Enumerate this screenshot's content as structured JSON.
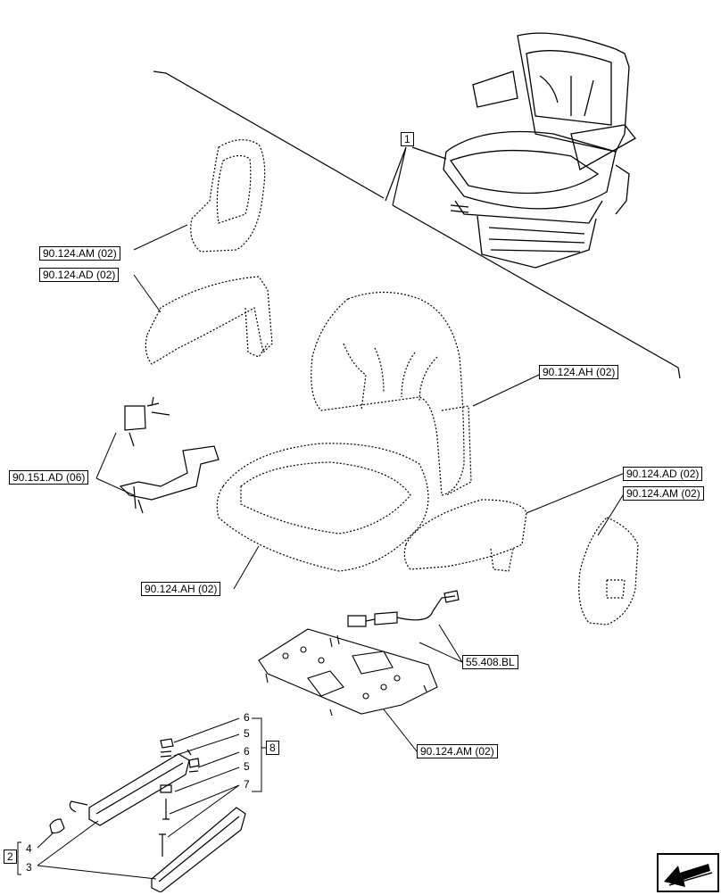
{
  "refs": {
    "armrest_cover_top": "90.124.AM (02)",
    "armrest_left": "90.124.AD (02)",
    "backrest": "90.124.AH (02)",
    "seatbelt": "90.151.AD (06)",
    "cushion": "90.124.AH (02)",
    "armrest_right": "90.124.AD (02)",
    "armrest_cover_right": "90.124.AM (02)",
    "harness": "55.408.BL",
    "base_plate": "90.124.AM (02)"
  },
  "callouts": {
    "assembly": "1",
    "item2": "2",
    "item3": "3",
    "item4": "4",
    "item5a": "5",
    "item5b": "5",
    "item6a": "6",
    "item6b": "6",
    "item7": "7",
    "item8": "8"
  },
  "nav_icon": "previous-page-arrow-icon"
}
